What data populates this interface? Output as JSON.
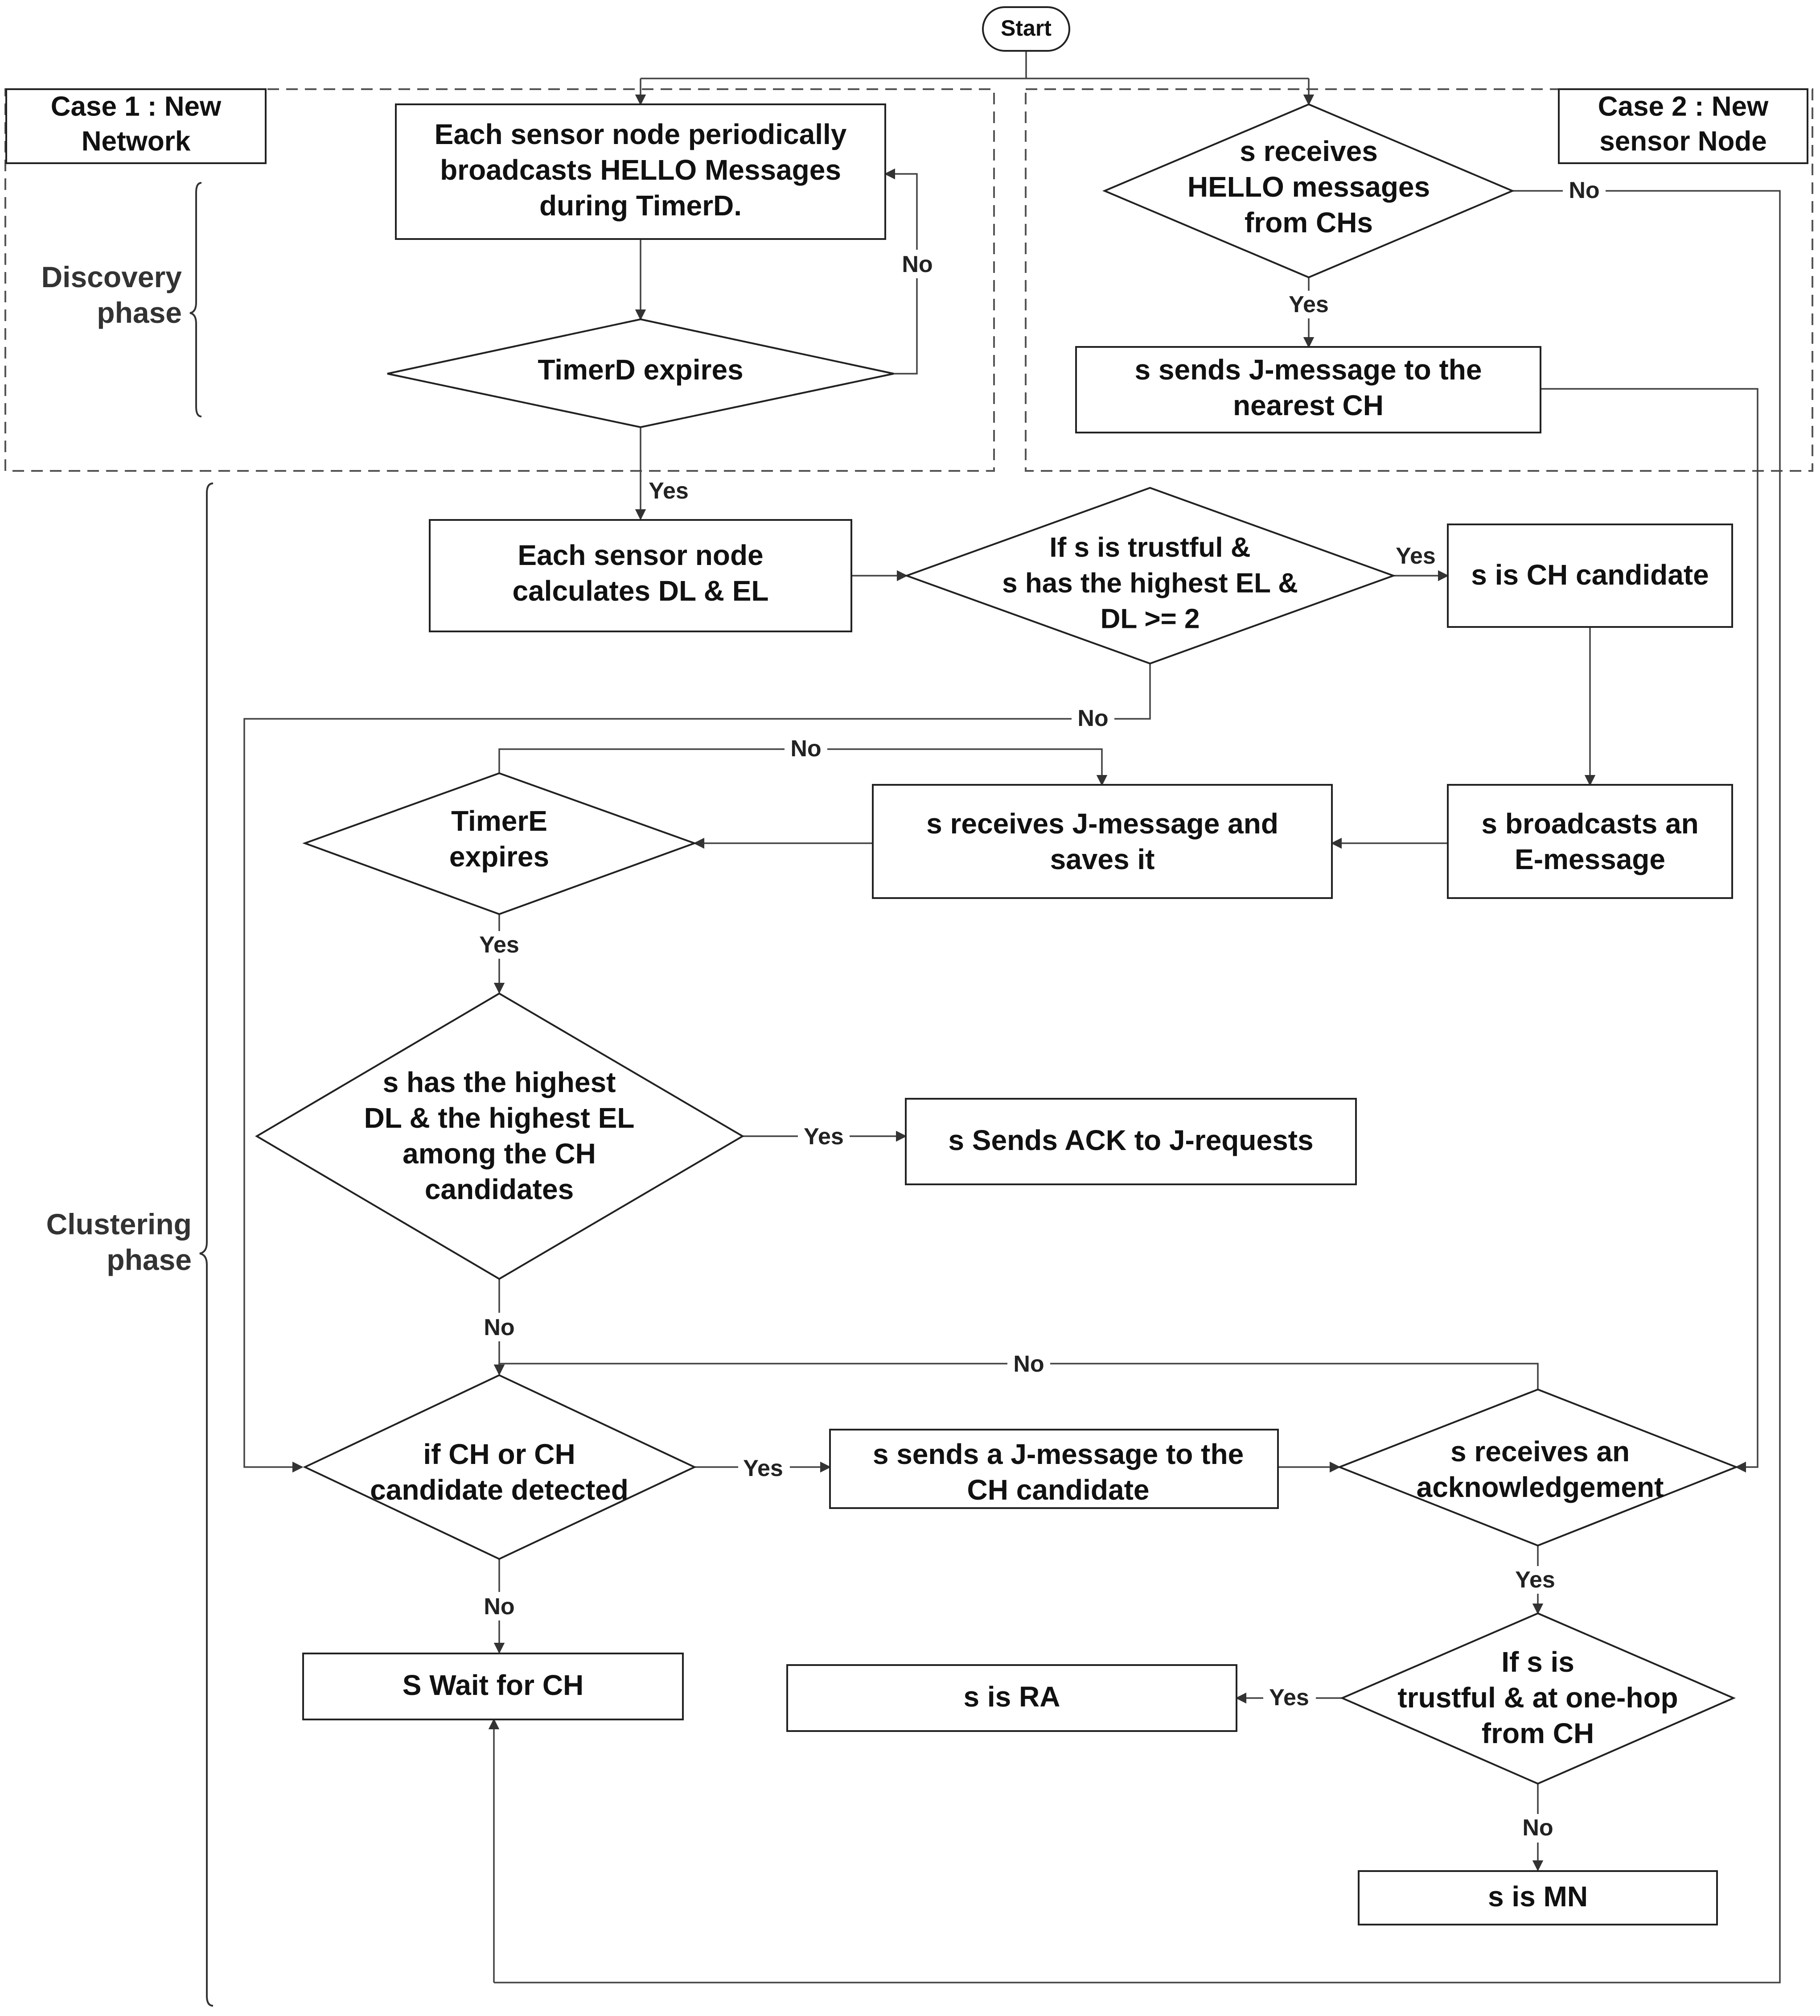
{
  "nodes": {
    "start": "Start",
    "case1": [
      "Case 1 : New",
      "Network"
    ],
    "case2": [
      "Case 2 : New",
      "sensor Node"
    ],
    "hello_broadcast": [
      "Each sensor node periodically",
      "broadcasts HELLO Messages",
      "during TimerD."
    ],
    "timerd": [
      "TimerD expires"
    ],
    "receives_hello": [
      "s receives",
      "HELLO messages",
      "from CHs"
    ],
    "sends_jmsg_nearest": [
      "s sends J-message to the",
      "nearest CH"
    ],
    "calc_dl_el": [
      "Each sensor node",
      "calculates DL & EL"
    ],
    "trustful_check": [
      "If s is trustful  &",
      "s has the highest EL &",
      "DL >= 2"
    ],
    "ch_candidate": [
      "s is CH candidate"
    ],
    "broadcast_emsg": [
      "s broadcasts an",
      "E-message"
    ],
    "receives_jmsg": [
      "s receives  J-message and",
      "saves it"
    ],
    "timere": [
      "TimerE",
      "expires"
    ],
    "highest_dl_el": [
      "s has the highest",
      "DL & the highest EL",
      "among the CH",
      "candidates"
    ],
    "sends_ack": [
      "s Sends ACK to J-requests"
    ],
    "ch_detected": [
      "if CH or CH",
      "candidate detected"
    ],
    "sends_jmsg_candidate": [
      "s sends a J-message to the",
      "CH candidate"
    ],
    "receives_ack": [
      "s receives an",
      "acknowledgement"
    ],
    "trustful_onehop": [
      "If s is",
      "trustful & at one-hop",
      "from CH"
    ],
    "wait_ch": [
      "S Wait for CH"
    ],
    "is_ra": [
      "s is RA"
    ],
    "is_mn": [
      "s is MN"
    ]
  },
  "phases": {
    "discovery": [
      "Discovery",
      "phase"
    ],
    "clustering": [
      "Clustering",
      "phase"
    ]
  },
  "labels": {
    "yes": "Yes",
    "no": "No"
  }
}
